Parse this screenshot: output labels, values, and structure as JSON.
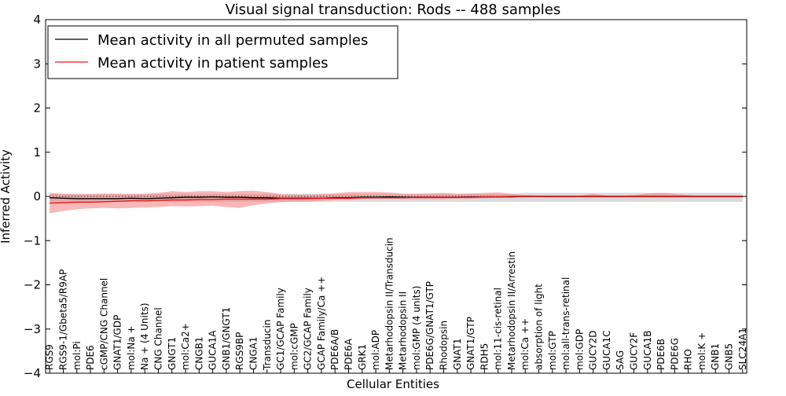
{
  "chart_data": {
    "type": "line",
    "title": "Visual signal transduction: Rods -- 488 samples",
    "xlabel": "Cellular Entities",
    "ylabel": "Inferred Activity",
    "ylim": [
      -4,
      4
    ],
    "yticks": [
      "−4",
      "−3",
      "−2",
      "−1",
      "0",
      "1",
      "2",
      "3",
      "4"
    ],
    "grid": false,
    "legend_position": "top-left",
    "categories": [
      "RGS9",
      "RGS9-1/Gbeta5/R9AP",
      "mol:Pi",
      "PDE6",
      "cGMP/CNG Channel",
      "GNAT1/GDP",
      "mol:Na +",
      "Na + (4 Units)",
      "CNG Channel",
      "GNGT1",
      "mol:Ca2+",
      "CNGB1",
      "GUCA1A",
      "GNB1/GNGT1",
      "RGS9BP",
      "CNGA1",
      "Transducin",
      "GC1/GCAP Family",
      "mol:cGMP",
      "GC2/GCAP Family",
      "GCAP Family/Ca ++",
      "PDE6A/B",
      "PDE6A",
      "GRK1",
      "mol:ADP",
      "Metarhodopsin II/Transducin",
      "Metarhodopsin II",
      "mol:GMP (4 units)",
      "PDE6G/GNAT1/GTP",
      "Rhodopsin",
      "GNAT1",
      "GNAT1/GTP",
      "RDH5",
      "mol:11-cis-retinal",
      "Metarhodopsin II/Arrestin",
      "mol:Ca ++",
      "absorption of light",
      "mol:GTP",
      "mol:all-trans-retinal",
      "mol:GDP",
      "GUCY2D",
      "GUCA1C",
      "SAG",
      "GUCY2F",
      "GUCA1B",
      "PDE6B",
      "PDE6G",
      "RHO",
      "mol:K +",
      "GNB1",
      "GNB5",
      "SLC24A1"
    ],
    "series": [
      {
        "name": "Mean activity in all permuted samples",
        "color": "#000000",
        "band_color": "#aaaaaa",
        "values": [
          -0.03,
          -0.04,
          -0.05,
          -0.05,
          -0.05,
          -0.05,
          -0.04,
          -0.05,
          -0.04,
          -0.03,
          -0.02,
          -0.02,
          -0.01,
          -0.02,
          -0.02,
          -0.03,
          -0.03,
          -0.04,
          -0.04,
          -0.04,
          -0.04,
          -0.03,
          -0.03,
          -0.02,
          -0.02,
          -0.01,
          -0.02,
          -0.02,
          -0.02,
          -0.02,
          -0.02,
          -0.01,
          -0.01,
          -0.01,
          -0.01,
          0.0,
          0.0,
          0.0,
          0.0,
          0.0,
          0.0,
          0.0,
          0.0,
          0.0,
          0.0,
          0.0,
          0.0,
          0.0,
          0.0,
          0.0,
          0.0,
          0.0
        ],
        "band_lower": [
          -0.12,
          -0.12,
          -0.12,
          -0.12,
          -0.12,
          -0.12,
          -0.12,
          -0.12,
          -0.12,
          -0.12,
          -0.12,
          -0.12,
          -0.12,
          -0.12,
          -0.12,
          -0.12,
          -0.12,
          -0.12,
          -0.12,
          -0.12,
          -0.12,
          -0.12,
          -0.12,
          -0.12,
          -0.12,
          -0.12,
          -0.12,
          -0.12,
          -0.12,
          -0.12,
          -0.12,
          -0.12,
          -0.12,
          -0.12,
          -0.12,
          -0.12,
          -0.12,
          -0.12,
          -0.12,
          -0.12,
          -0.12,
          -0.12,
          -0.12,
          -0.12,
          -0.12,
          -0.12,
          -0.12,
          -0.12,
          -0.12,
          -0.12,
          -0.12,
          -0.12
        ],
        "band_upper": [
          0.06,
          0.06,
          0.06,
          0.06,
          0.06,
          0.06,
          0.06,
          0.06,
          0.06,
          0.06,
          0.06,
          0.06,
          0.06,
          0.06,
          0.06,
          0.06,
          0.06,
          0.06,
          0.06,
          0.06,
          0.06,
          0.06,
          0.06,
          0.06,
          0.06,
          0.06,
          0.06,
          0.06,
          0.06,
          0.06,
          0.06,
          0.06,
          0.06,
          0.06,
          0.06,
          0.08,
          0.08,
          0.08,
          0.08,
          0.08,
          0.08,
          0.08,
          0.08,
          0.08,
          0.08,
          0.08,
          0.08,
          0.08,
          0.08,
          0.08,
          0.08,
          0.08
        ]
      },
      {
        "name": "Mean activity in patient samples",
        "color": "#e31a1c",
        "band_color": "#f47c7c",
        "values": [
          -0.15,
          -0.14,
          -0.13,
          -0.13,
          -0.12,
          -0.11,
          -0.1,
          -0.1,
          -0.09,
          -0.08,
          -0.08,
          -0.07,
          -0.07,
          -0.06,
          -0.06,
          -0.06,
          -0.06,
          -0.05,
          -0.05,
          -0.05,
          -0.04,
          -0.04,
          -0.04,
          -0.03,
          -0.03,
          -0.03,
          -0.03,
          -0.02,
          -0.02,
          -0.02,
          -0.02,
          -0.02,
          -0.01,
          -0.01,
          0.0,
          0.0,
          0.0,
          0.0,
          0.0,
          0.0,
          0.0,
          0.0,
          0.0,
          0.0,
          0.0,
          0.0,
          0.0,
          0.0,
          0.0,
          0.0,
          0.0,
          0.0
        ],
        "band_lower": [
          -0.38,
          -0.33,
          -0.29,
          -0.27,
          -0.26,
          -0.27,
          -0.26,
          -0.25,
          -0.24,
          -0.22,
          -0.23,
          -0.22,
          -0.21,
          -0.24,
          -0.26,
          -0.2,
          -0.16,
          -0.13,
          -0.12,
          -0.12,
          -0.1,
          -0.08,
          -0.08,
          -0.06,
          -0.05,
          -0.05,
          -0.05,
          -0.06,
          -0.06,
          -0.06,
          -0.05,
          -0.05,
          -0.04,
          -0.03,
          -0.02,
          -0.01,
          -0.01,
          -0.02,
          -0.02,
          -0.02,
          -0.02,
          -0.02,
          -0.02,
          -0.02,
          -0.02,
          -0.02,
          -0.02,
          -0.02,
          -0.02,
          -0.02,
          -0.02,
          -0.02
        ],
        "band_upper": [
          0.08,
          0.06,
          0.05,
          0.05,
          0.06,
          0.06,
          0.05,
          0.06,
          0.08,
          0.12,
          0.1,
          0.12,
          0.12,
          0.1,
          0.12,
          0.13,
          0.1,
          0.05,
          0.04,
          0.04,
          0.05,
          0.07,
          0.1,
          0.1,
          0.1,
          0.09,
          0.06,
          0.06,
          0.07,
          0.08,
          0.06,
          0.07,
          0.08,
          0.09,
          0.06,
          0.03,
          0.02,
          0.01,
          0.01,
          0.01,
          0.06,
          0.02,
          0.01,
          0.03,
          0.07,
          0.08,
          0.06,
          0.03,
          0.01,
          0.01,
          0.01,
          0.01
        ]
      }
    ]
  }
}
